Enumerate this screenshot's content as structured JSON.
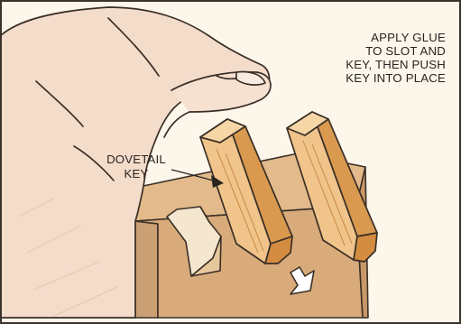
{
  "instruction": {
    "lines": [
      "APPLY GLUE",
      "TO SLOT AND",
      "KEY, THEN PUSH",
      "KEY INTO PLACE"
    ]
  },
  "label": {
    "lines": [
      "DOVETAIL",
      "KEY"
    ]
  },
  "colors": {
    "background": "#fcf7ea",
    "frame": "#3a332c",
    "skin": "#f3d9c4",
    "wood_top": "#e2b98a",
    "wood_front": "#d8a979",
    "key_face": "#f0c48a",
    "key_side": "#d99a55",
    "line": "#3a2f27"
  },
  "icons": [
    "hand",
    "dovetail-slot",
    "dovetail-key",
    "arrow-down",
    "pointer-arrow"
  ]
}
